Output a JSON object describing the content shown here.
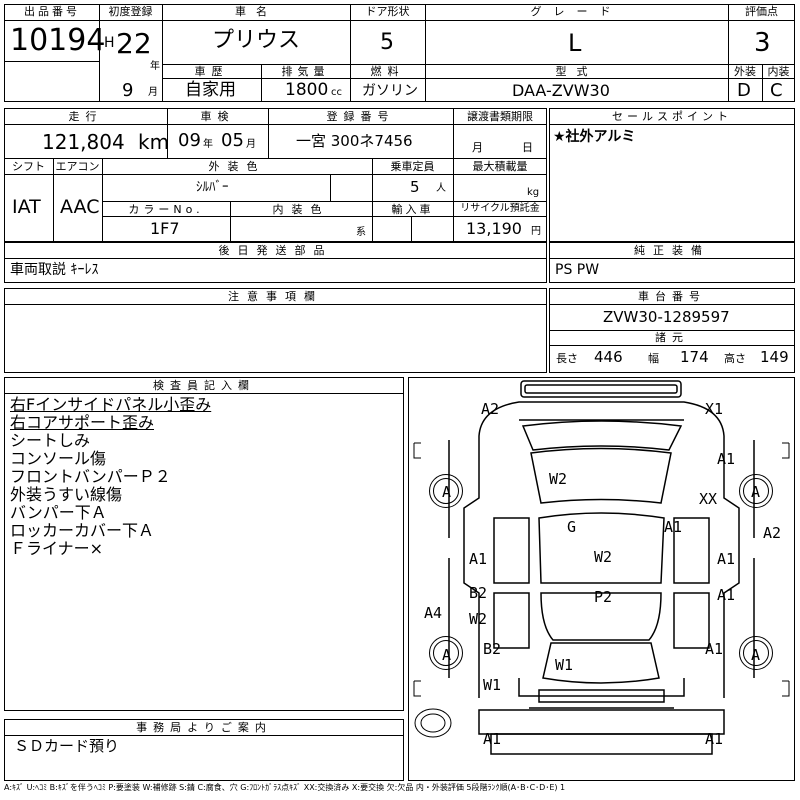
{
  "header": {
    "lot_label": "出品番号",
    "lot": "10194",
    "first_reg_label": "初度登録",
    "era_prefix": "H",
    "year": "22",
    "year_unit": "年",
    "month": "9",
    "month_unit": "月",
    "name_label": "車名",
    "name": "プリウス",
    "doors_label": "ドア形状",
    "doors": "5",
    "grade_label": "グレード",
    "grade": "L",
    "score_label": "評価点",
    "score": "3",
    "history_label": "車歴",
    "history": "自家用",
    "displacement_label": "排気量",
    "displacement": "1800",
    "displacement_unit": "cc",
    "fuel_label": "燃料",
    "fuel": "ガソリン",
    "model_label": "型式",
    "model": "DAA-ZVW30",
    "ext_label": "外装",
    "ext": "D",
    "int_label": "内装",
    "int": "C"
  },
  "mid": {
    "mileage_label": "走行",
    "mileage": "121,804",
    "mileage_unit": "km",
    "inspection_label": "車検",
    "insp_year": "09",
    "insp_year_unit": "年",
    "insp_month": "05",
    "insp_month_unit": "月",
    "plate_label": "登録番号",
    "plate": "一宮 300ネ7456",
    "transfer_label": "譲渡書類期限",
    "transfer_month": "月",
    "transfer_day": "日",
    "selling_label": "セールスポイント",
    "selling": "★社外アルミ",
    "shift_label": "シフト",
    "shift": "IAT",
    "ac_label": "エアコン",
    "ac": "AAC",
    "exterior_color_label": "外装色",
    "exterior_color": "ｼﾙﾊﾞｰ",
    "capacity_label": "乗車定員",
    "capacity": "5",
    "capacity_unit": "人",
    "load_label": "最大積載量",
    "load_unit": "kg",
    "color_no_label": "カラーNo.",
    "color_no": "1F7",
    "interior_color_label": "内装色",
    "interior_color_unit": "系",
    "import_label": "輸入車",
    "recycle_label": "リサイクル預託金",
    "recycle": "13,190",
    "recycle_unit": "円"
  },
  "parts": {
    "later_label": "後日発送部品",
    "later": "車両取説 ｷｰﾚｽ",
    "equip_label": "純正装備",
    "equip": "PS PW"
  },
  "notes": {
    "caution_label": "注意事項欄",
    "chassis_label": "車台番号",
    "chassis": "ZVW30-1289597",
    "dims_label": "諸元",
    "length_label": "長さ",
    "length": "446",
    "width_label": "幅",
    "width": "174",
    "height_label": "高さ",
    "height": "149"
  },
  "inspector": {
    "label": "検査員記入欄",
    "lines": [
      {
        "text": "右Fインサイドパネル小歪み",
        "underline": true
      },
      {
        "text": "右コアサポート歪み",
        "underline": true
      },
      {
        "text": "シートしみ",
        "underline": false
      },
      {
        "text": "コンソール傷",
        "underline": false
      },
      {
        "text": "フロントバンパーＰ２",
        "underline": false
      },
      {
        "text": "外装うすい線傷",
        "underline": false
      },
      {
        "text": "バンパー下Ａ",
        "underline": false
      },
      {
        "text": "ロッカーカバー下Ａ",
        "underline": false
      },
      {
        "text": "Ｆライナー×",
        "underline": false
      }
    ]
  },
  "office": {
    "label": "事務局よりご案内",
    "text": "ＳＤカード預り"
  },
  "diagram": {
    "tires": [
      "A",
      "A",
      "A",
      "A"
    ],
    "codes": [
      "A2",
      "X1",
      "A1",
      "W2",
      "XX",
      "G",
      "A1",
      "A2",
      "A1",
      "W2",
      "A1",
      "A4",
      "B2",
      "W2",
      "P2",
      "A1",
      "B2",
      "W1",
      "A1",
      "W1",
      "A1",
      "A1"
    ]
  },
  "legend": "A:ｷｽﾞ U:ﾍｺﾐ B:ｷｽﾞを伴うﾍｺﾐ P:要塗装 W:補修跡 S:錆 C:腐食、穴 G:ﾌﾛﾝﾄｶﾞﾗｽ点ｷｽﾞ XX:交換済み X:要交換 欠:欠品 内・外装評価 5段階ﾗﾝｸ順(A･B･C･D･E) 1"
}
